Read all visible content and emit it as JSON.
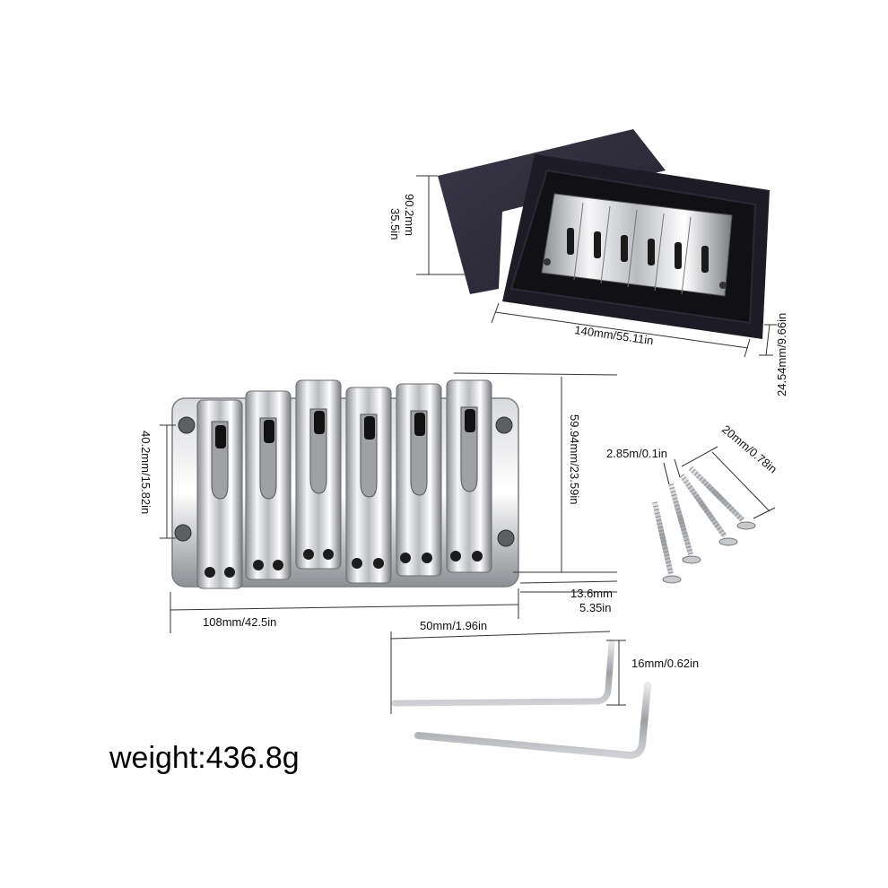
{
  "product": {
    "weight_label": "weight:436.8g"
  },
  "box": {
    "height_mm": "90.2mm",
    "height_in": "35.5in",
    "length": "140mm/55.11in",
    "depth": "24.54mm/9.66in"
  },
  "bridge": {
    "width": "40.2mm/15.82in",
    "length": "108mm/42.5in",
    "height": "59.94mm/23.59in",
    "saddle_pitch": "50mm/1.96in",
    "thickness_mm": "13.6mm",
    "thickness_in": "5.35in"
  },
  "screws": {
    "diameter": "2.85m/0.1in",
    "length": "20mm/0.78in"
  },
  "wrench": {
    "size": "16mm/0.62in"
  },
  "colors": {
    "box": "#2c2a3a",
    "box_inner": "#121218",
    "chrome_light": "#f4f4f6",
    "chrome_dark": "#6d6f74",
    "dimension_line": "#333333"
  }
}
